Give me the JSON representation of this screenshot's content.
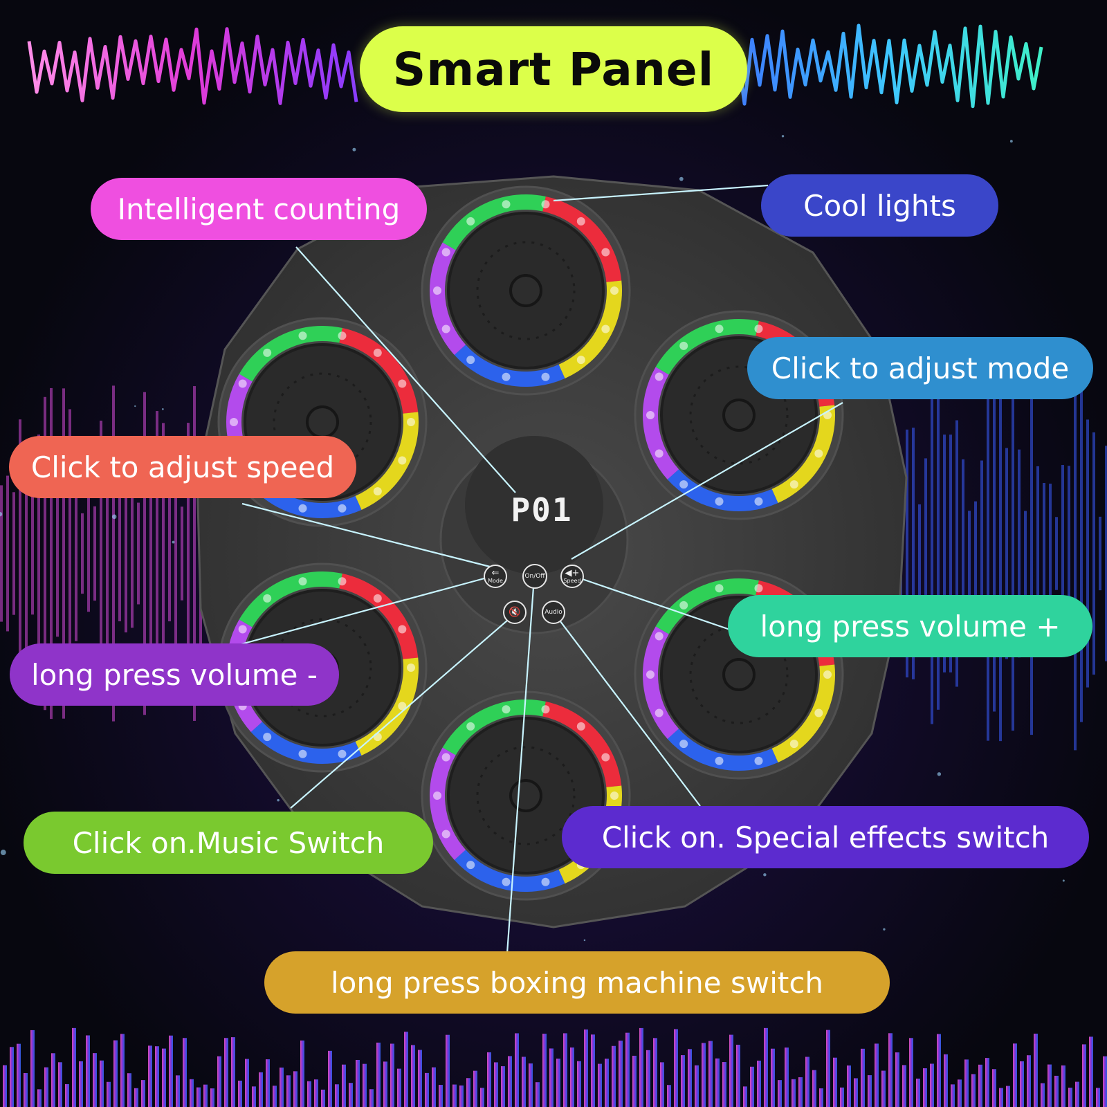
{
  "title": "Smart Panel",
  "display": {
    "readout": "P01"
  },
  "buttons": {
    "mode": {
      "icon": "mode-arrow-icon",
      "label": "Mode"
    },
    "power": {
      "label": "On/Off"
    },
    "speed": {
      "icon": "speaker-plus-icon",
      "label": "Speed"
    },
    "mute": {
      "icon": "speaker-mute-icon",
      "glyph": "🔇"
    },
    "audio": {
      "label": "Audio"
    }
  },
  "callouts": {
    "intelligent_counting": "Intelligent counting",
    "cool_lights": "Cool lights",
    "adjust_mode": "Click to adjust mode",
    "adjust_speed": "Click to adjust speed",
    "volume_up": "long press volume +",
    "volume_down": "long press volume -",
    "music_switch": "Click on.Music Switch",
    "effects_switch": "Click on. Special effects switch",
    "power_switch": "long press boxing machine switch"
  },
  "colors": {
    "title_bg": "#dcff4a",
    "intelligent_counting": "#ef4fe0",
    "cool_lights": "#3a46c9",
    "adjust_mode": "#2f8fcf",
    "adjust_speed": "#ef6553",
    "volume_up": "#2fd39d",
    "volume_down": "#8f34c9",
    "music_switch": "#7ac92f",
    "effects_switch": "#5c2bcf",
    "power_switch": "#d6a22b",
    "panel_body": "#3a3a3a",
    "ring_green": "#2de05a",
    "ring_red": "#ff2a3c",
    "ring_yellow": "#f6e81a",
    "ring_blue": "#2a66ff",
    "ring_purple": "#c04dff"
  }
}
